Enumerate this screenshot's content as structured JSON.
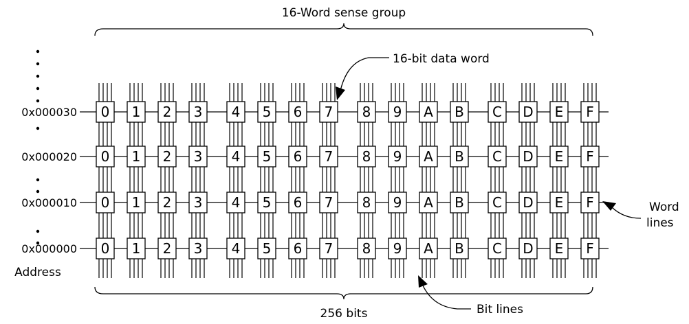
{
  "title": "16-Word sense group",
  "data_word_label": "16-bit data word",
  "bits_label": "256 bits",
  "bit_lines_label": "Bit lines",
  "word_lines_label": [
    "Word",
    "lines"
  ],
  "address_label": "Address",
  "cell_labels": [
    "0",
    "1",
    "2",
    "3",
    "4",
    "5",
    "6",
    "7",
    "8",
    "9",
    "A",
    "B",
    "C",
    "D",
    "E",
    "F"
  ],
  "rows": [
    {
      "address": "0x000030"
    },
    {
      "address": "0x000020"
    },
    {
      "address": "0x000010"
    },
    {
      "address": "0x000000"
    }
  ],
  "colors": {
    "line": "#000000",
    "cell_fill": "#ffffff"
  }
}
